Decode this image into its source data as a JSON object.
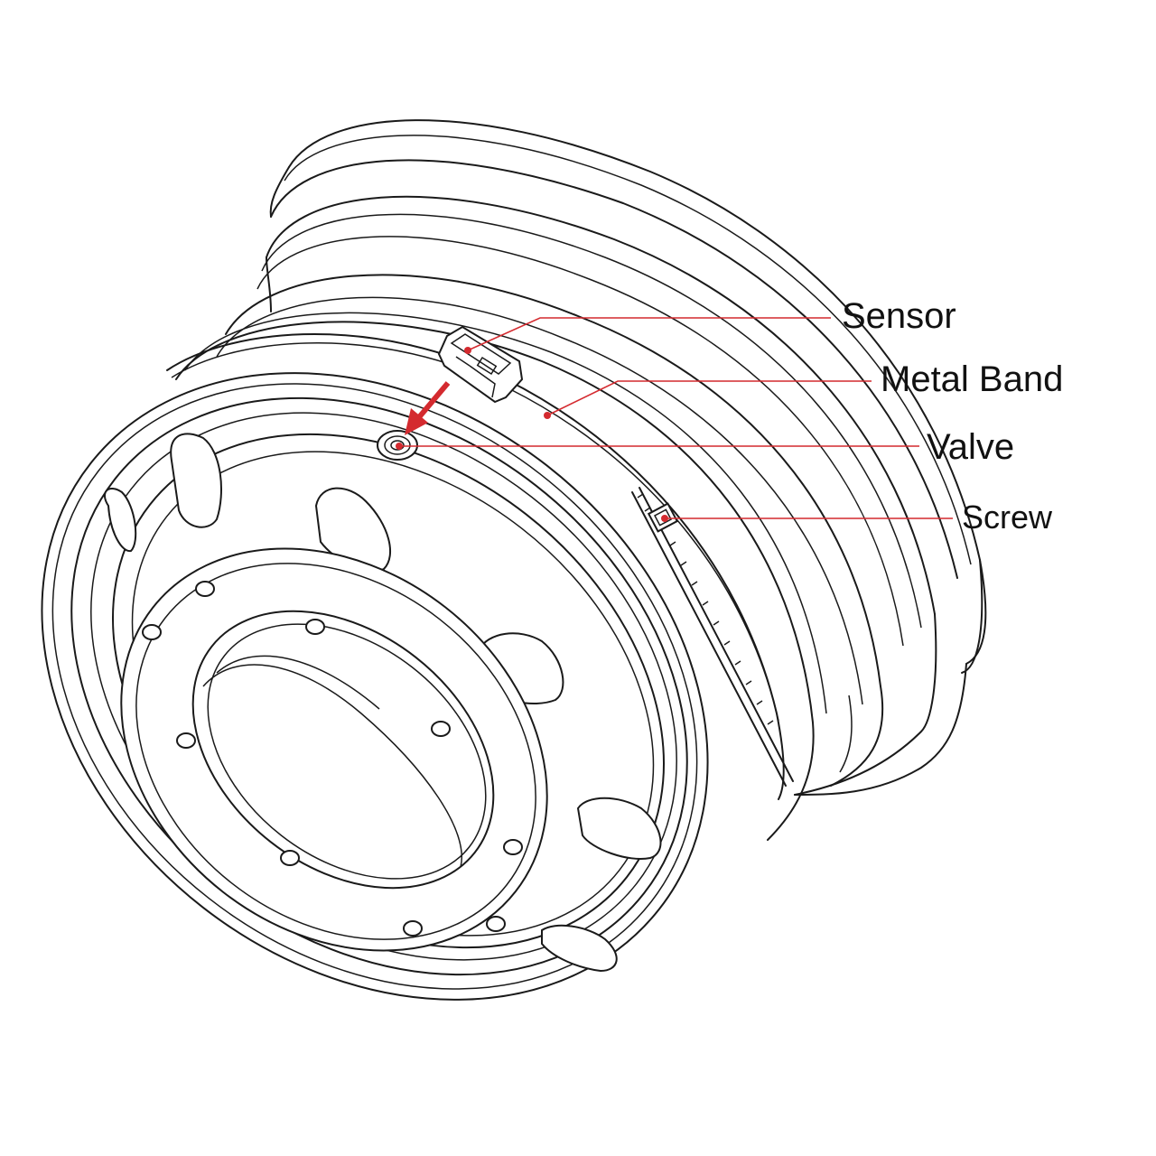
{
  "labels": {
    "sensor": "Sensor",
    "metal_band": "Metal Band",
    "valve": "Valve",
    "screw": "Screw"
  },
  "colors": {
    "leader": "#d42a2f",
    "ink": "#1a1a1a",
    "background": "#ffffff"
  }
}
